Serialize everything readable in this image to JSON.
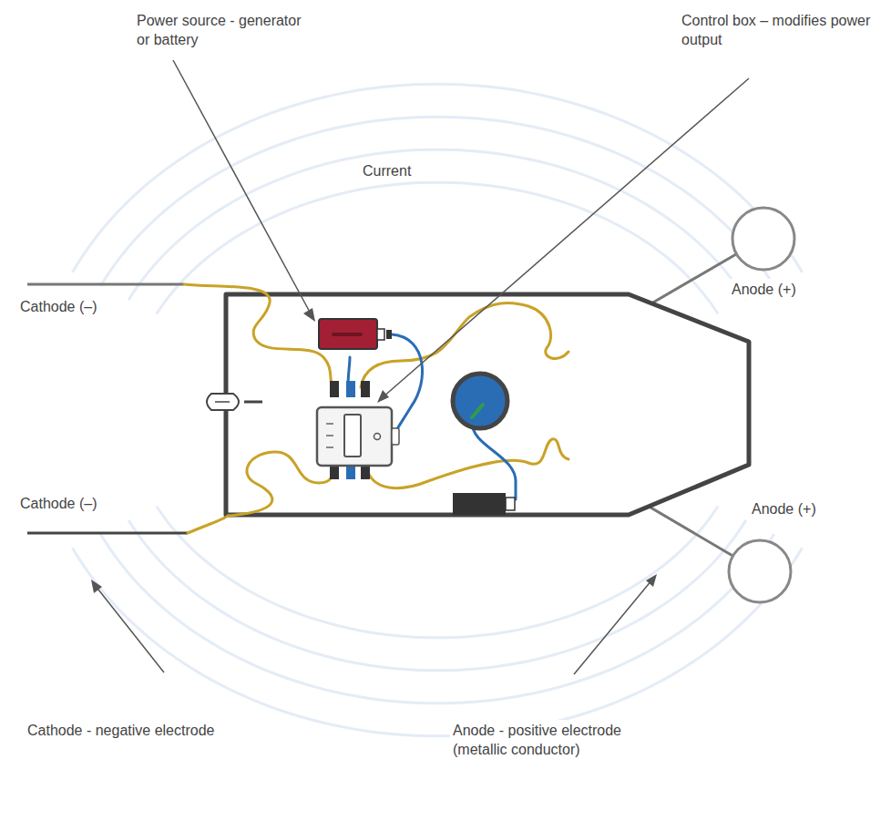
{
  "diagram": {
    "labels": [
      "Power source - generator or battery",
      "Control box – modifies power output",
      "Current",
      "Cathode (–)",
      "Anode (+)",
      "Cathode (–)",
      "Anode (+)",
      "Cathode - negative electrode",
      "Anode - positive electrode (metallic conductor)"
    ]
  }
}
